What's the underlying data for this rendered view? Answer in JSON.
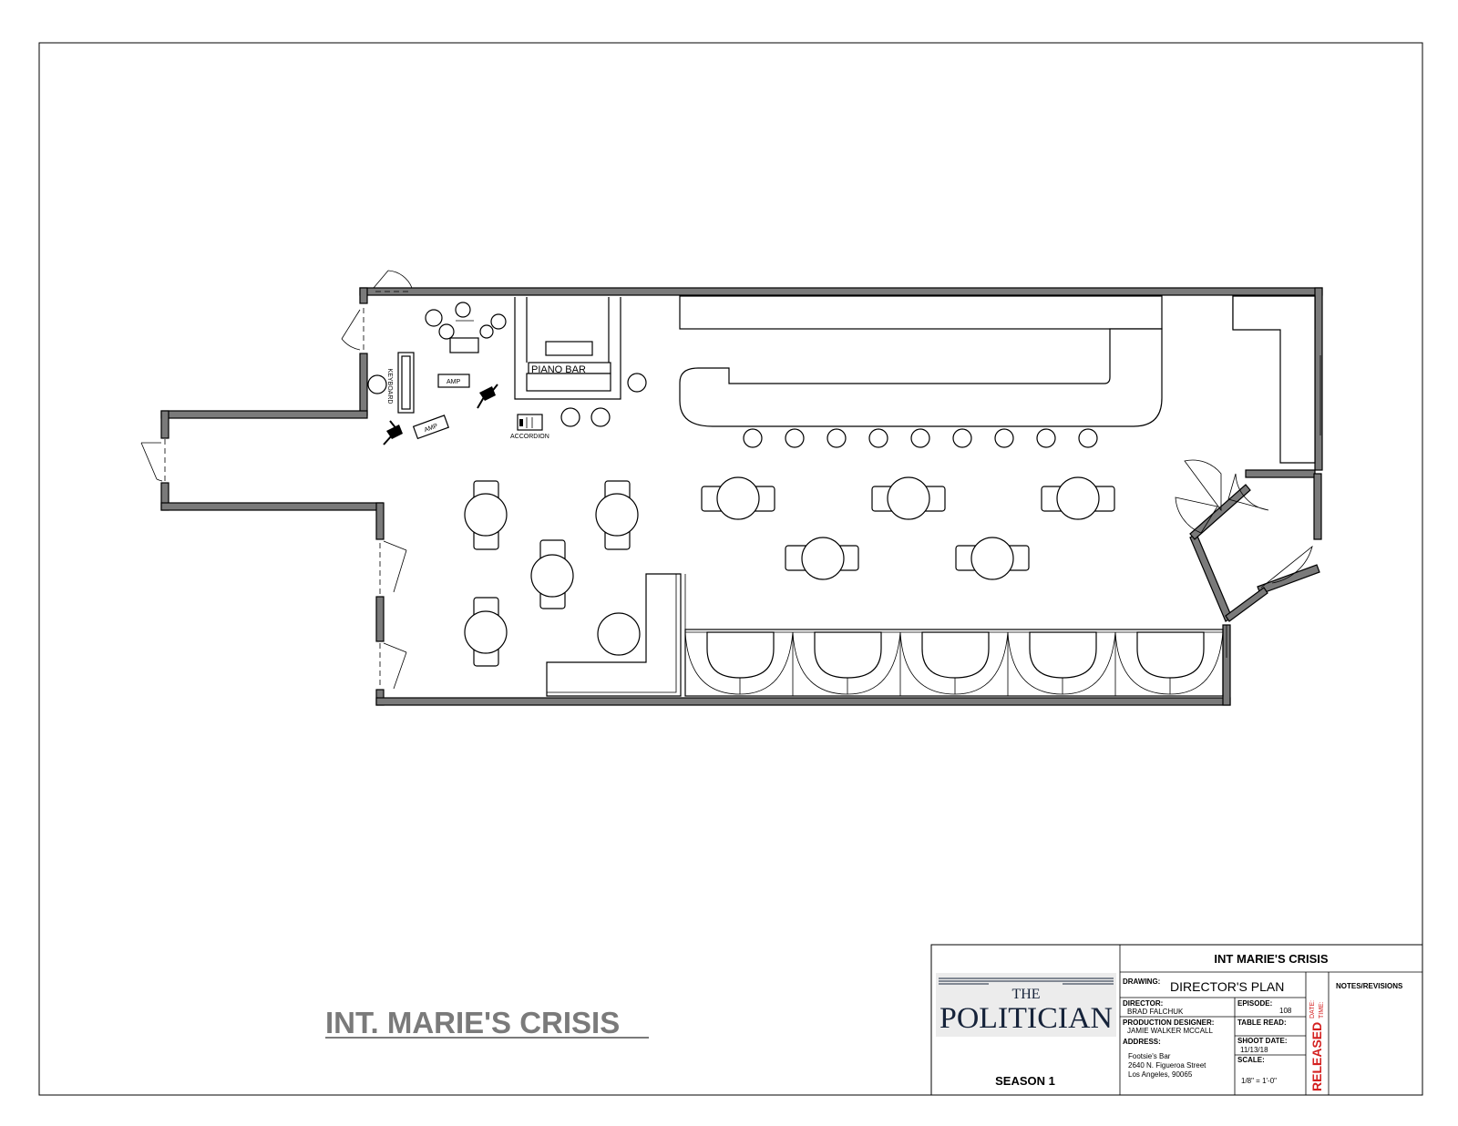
{
  "plan": {
    "title": "INT. MARIE'S CRISIS",
    "labels": {
      "piano_bar": "PIANO BAR",
      "accordion": "ACCORDION",
      "keyboard": "KEYBOARD",
      "amp": "AMP"
    }
  },
  "title_block": {
    "scene_title": "INT MARIE'S CRISIS",
    "logo_the": "THE",
    "logo_main": "POLITICIAN",
    "season": "SEASON 1",
    "drawing_label": "DRAWING:",
    "drawing_value": "DIRECTOR'S PLAN",
    "director_label": "DIRECTOR:",
    "director_value": "BRAD FALCHUK",
    "episode_label": "EPISODE:",
    "episode_value": "108",
    "pd_label": "PRODUCTION DESIGNER:",
    "pd_value": "JAMIE WALKER MCCALL",
    "table_read_label": "TABLE READ:",
    "address_label": "ADDRESS:",
    "address_line1": "Footsie's Bar",
    "address_line2": "2640 N. Figueroa Street",
    "address_line3": "Los Angeles, 90065",
    "shoot_date_label": "SHOOT DATE:",
    "shoot_date_value": "11/13/18",
    "scale_label": "SCALE:",
    "scale_value": "1/8\" = 1'-0\"",
    "released": "RELEASED",
    "date_label": "DATE:",
    "time_label": "TIME:",
    "notes_label": "NOTES/REVISIONS"
  },
  "colors": {
    "wall_fill": "#7a7a7a",
    "logo_navy": "#16233a",
    "released_red": "#d42020"
  }
}
